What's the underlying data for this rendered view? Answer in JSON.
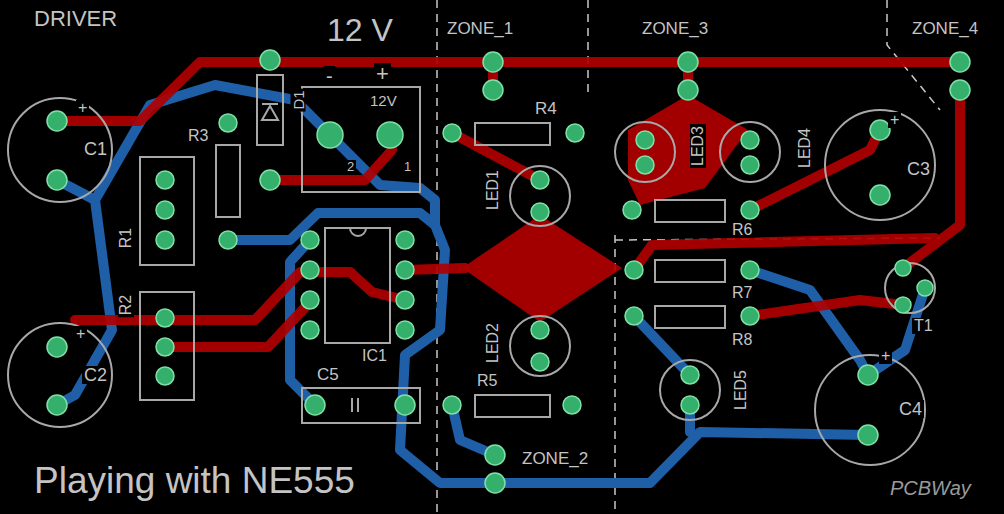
{
  "diagram": {
    "labels": [
      "DRIVER",
      "12 V",
      "ZONE_1",
      "ZONE_3",
      "ZONE_4",
      "-",
      "+",
      "12V",
      "D1",
      "2",
      "1",
      "R4",
      "LED1",
      "LED3",
      "LED4",
      "R6",
      "C3",
      "C1",
      "R3",
      "R1",
      "R2",
      "IC1",
      "C5",
      "LED2",
      "R5",
      "ZONE_2",
      "R7",
      "R8",
      "LED5",
      "T1",
      "C4",
      "C2",
      "Playing with NE555",
      "PCBWay",
      "+",
      "+",
      "+",
      "+"
    ]
  }
}
